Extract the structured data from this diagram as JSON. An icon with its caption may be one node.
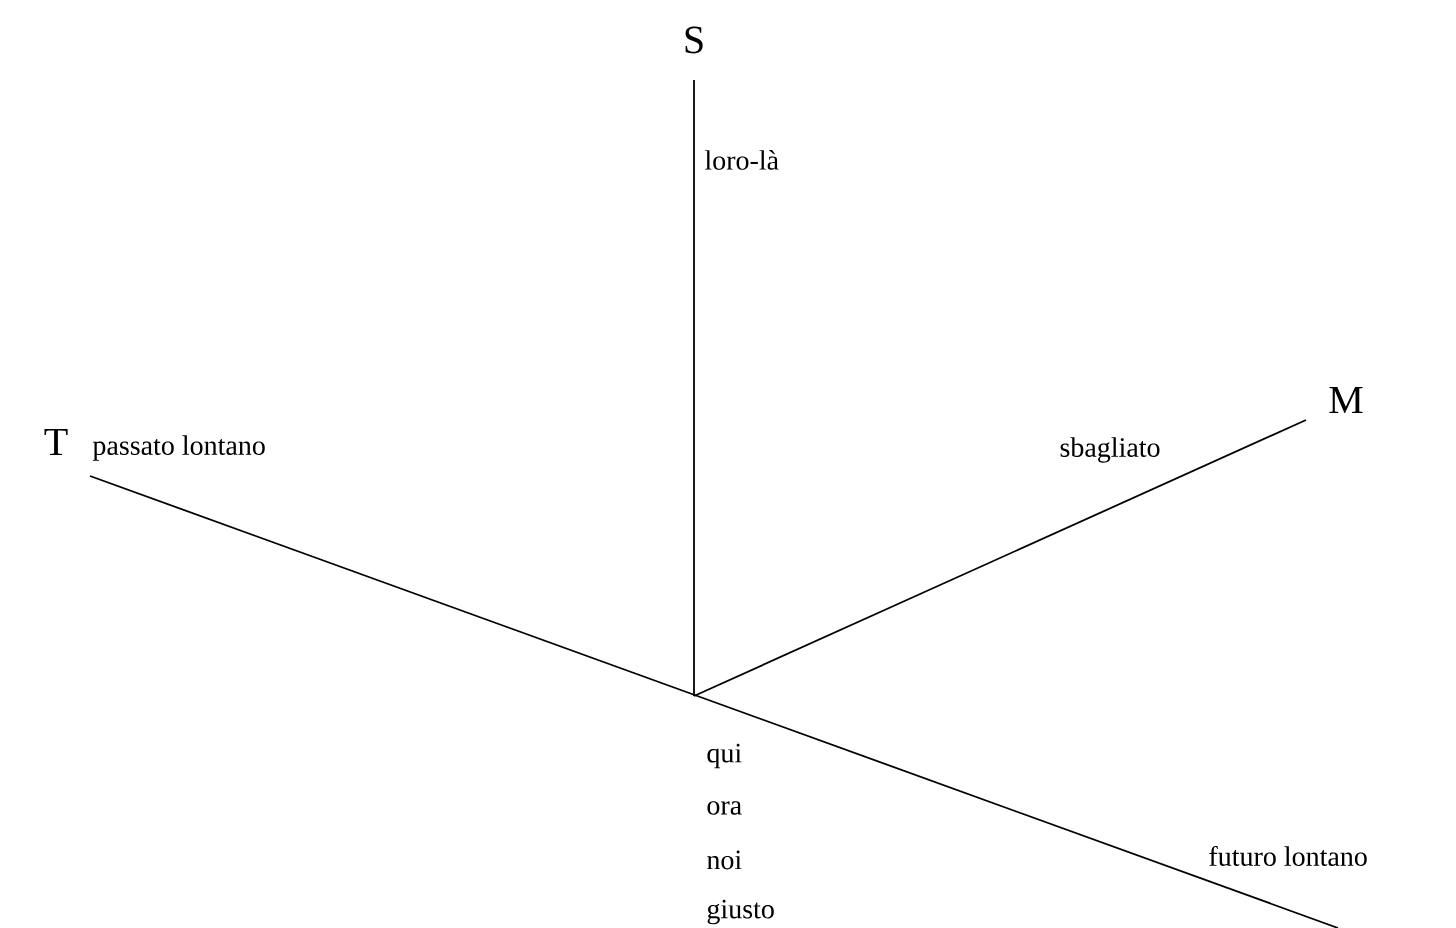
{
  "diagram": {
    "labels": [
      "S",
      "loro-là",
      "T",
      "passato lontano",
      "M",
      "sbagliato",
      "qui",
      "ora",
      "noi",
      "giusto",
      "futuro lontano"
    ]
  }
}
